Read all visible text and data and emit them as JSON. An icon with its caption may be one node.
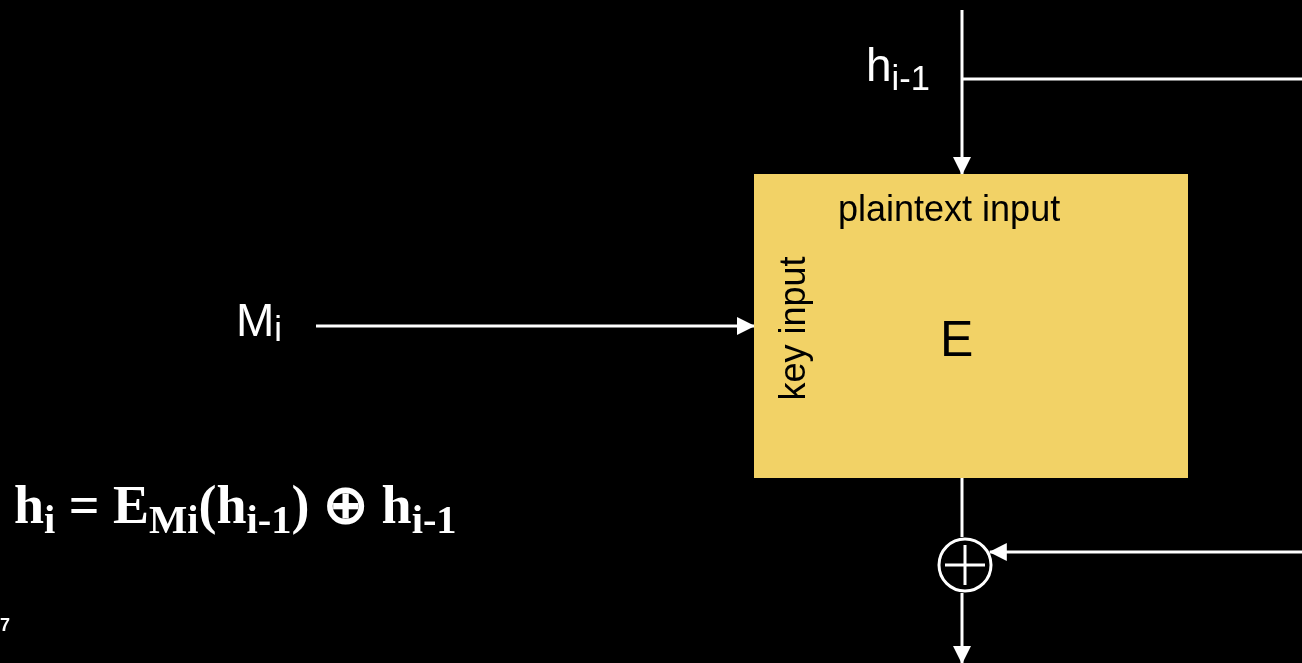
{
  "diagram": {
    "nodes": [
      {
        "text": [
          "plaintext input",
          "key input",
          "E"
        ]
      },
      {
        "text": [
          "M$_{i}$"
        ]
      },
      {
        "text": [],
        "shape": "circle"
      }
    ],
    "edges": [
      {
        "from": null,
        "to": 0,
        "arrow": "to"
      },
      {
        "from": 1,
        "to": 0,
        "arrow": "to"
      },
      {
        "from": 0,
        "to": 2,
        "arrow": "none"
      },
      {
        "from": null,
        "to": 2,
        "arrow": "to"
      },
      {
        "from": 2,
        "to": null,
        "arrow": "to"
      }
    ],
    "labels": [
      "h$_{i-1}$",
      "h$_{i}$ = E$_{Mi}$(h$_{i-1}$) ⊕ h$_{i-1}$",
      "7"
    ]
  }
}
